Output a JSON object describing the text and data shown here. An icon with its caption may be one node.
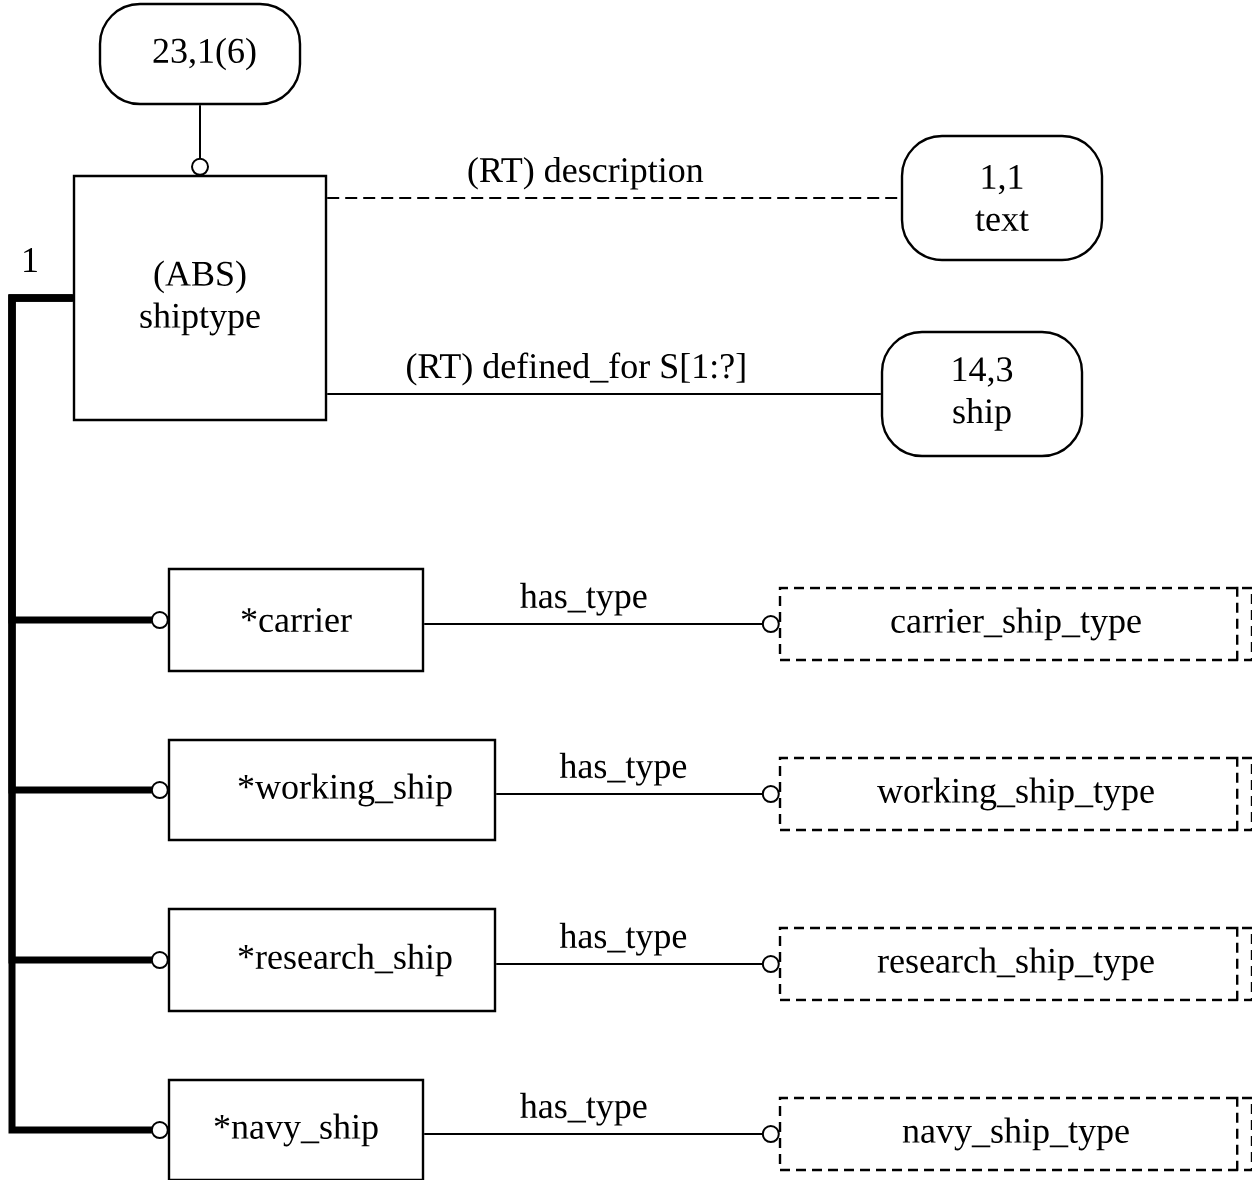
{
  "diagram": {
    "nodes": [
      {
        "text": [
          "23,1(6)"
        ]
      },
      {
        "text": [
          "(ABS) shiptype"
        ]
      },
      {
        "text": [
          "1,1 text"
        ]
      },
      {
        "text": [
          "14,3 ship"
        ]
      },
      {
        "text": [
          "*carrier"
        ]
      },
      {
        "text": [
          "*working_ship"
        ]
      },
      {
        "text": [
          "*research_ship"
        ]
      },
      {
        "text": [
          "*navy_ship"
        ]
      },
      {
        "text": [
          "carrier_ship_type"
        ]
      },
      {
        "text": [
          "working_ship_type"
        ]
      },
      {
        "text": [
          "research_ship_type"
        ]
      },
      {
        "text": [
          "navy_ship_type"
        ]
      }
    ],
    "edges": [
      {
        "from": 0,
        "to": 1,
        "arrow": "other"
      },
      {
        "from": 1,
        "to": 2,
        "arrow": "none",
        "label": "(RT) description",
        "style": "dashed"
      },
      {
        "from": 1,
        "to": 3,
        "arrow": "none",
        "label": "(RT) defined_for S[1:?]"
      },
      {
        "from": 1,
        "to": 4,
        "arrow": "other",
        "style": "thick"
      },
      {
        "from": 1,
        "to": 5,
        "arrow": "other",
        "style": "thick"
      },
      {
        "from": 1,
        "to": 6,
        "arrow": "other",
        "style": "thick"
      },
      {
        "from": 1,
        "to": 7,
        "arrow": "other",
        "style": "thick"
      },
      {
        "from": 4,
        "to": 8,
        "arrow": "other",
        "label": "has_type"
      },
      {
        "from": 5,
        "to": 9,
        "arrow": "other",
        "label": "has_type"
      },
      {
        "from": 6,
        "to": 10,
        "arrow": "other",
        "label": "has_type"
      },
      {
        "from": 7,
        "to": 11,
        "arrow": "other",
        "label": "has_type"
      }
    ],
    "labels": [
      "1"
    ]
  }
}
